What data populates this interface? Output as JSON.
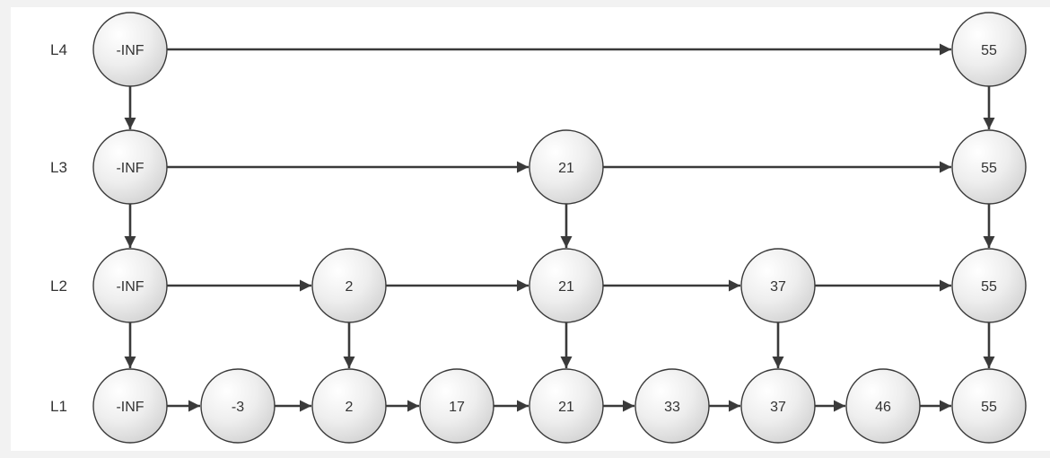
{
  "diagram": {
    "colors": {
      "stroke": "#3a3a3a",
      "node_fill_light": "#ffffff",
      "node_fill_dark": "#d4d4d4",
      "text": "#333333",
      "background": "#ffffff",
      "frame": "#f2f2f2"
    },
    "levels": [
      {
        "label": "L4",
        "nodes": [
          "-INF",
          "55"
        ]
      },
      {
        "label": "L3",
        "nodes": [
          "-INF",
          "21",
          "55"
        ]
      },
      {
        "label": "L2",
        "nodes": [
          "-INF",
          "2",
          "21",
          "37",
          "55"
        ]
      },
      {
        "label": "L1",
        "nodes": [
          "-INF",
          "-3",
          "2",
          "17",
          "21",
          "33",
          "37",
          "46",
          "55"
        ]
      }
    ]
  }
}
